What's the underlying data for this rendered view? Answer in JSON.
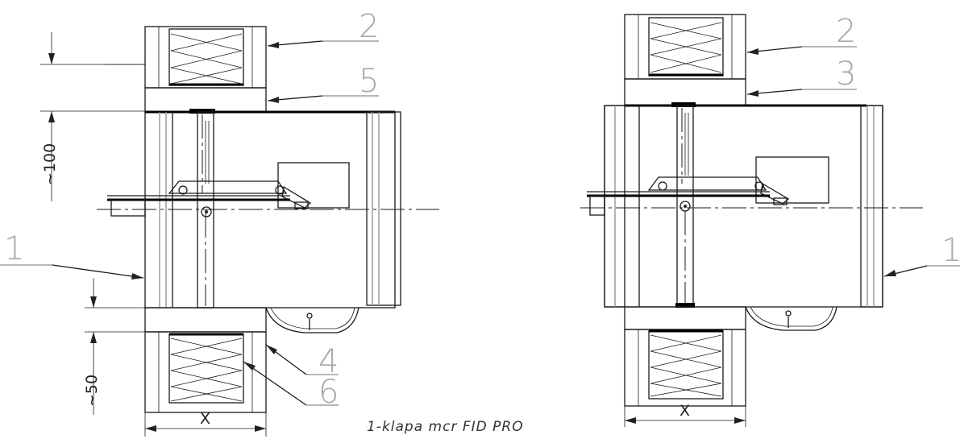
{
  "callouts": {
    "damper_left": "1",
    "damper_right": "1",
    "wall_left": "2",
    "wall_right": "2",
    "mortar_right": "3",
    "seal_bottom_left": "4",
    "mineral_wool_left": "5",
    "wool_inner_left": "6"
  },
  "dimensions": {
    "top_gap_left": "~100",
    "bottom_gap_left": "~50",
    "wall_thickness_left": "X",
    "wall_thickness_right": "X"
  },
  "caption": "1-klapa mcr FID PRO"
}
